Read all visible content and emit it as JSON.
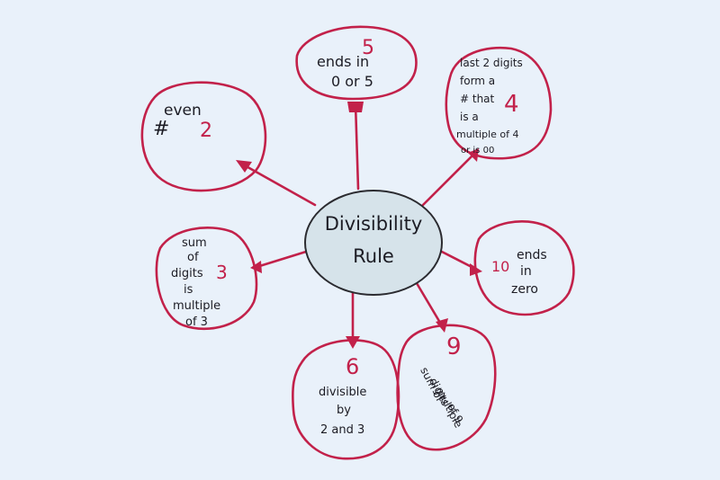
{
  "colors": {
    "background": "#e9f1fa",
    "ink_red": "#c2214a",
    "ink_dark": "#1c1c24",
    "center_fill": "#d6e3ea"
  },
  "center": {
    "line1": "Divisibility",
    "line2": "Rule"
  },
  "nodes": [
    {
      "id": "two",
      "number": "2",
      "lines": [
        "even",
        "#"
      ]
    },
    {
      "id": "five",
      "number": "5",
      "lines": [
        "ends in",
        "0 or 5"
      ]
    },
    {
      "id": "four",
      "number": "4",
      "lines": [
        "last 2 digits",
        "form a",
        "# that",
        "is a",
        "multiple of 4",
        "or is 00"
      ]
    },
    {
      "id": "three",
      "number": "3",
      "lines": [
        "sum",
        "of",
        "digits",
        "is",
        "multiple",
        "of 3"
      ]
    },
    {
      "id": "ten",
      "number": "10",
      "lines": [
        "ends",
        "in",
        "zero"
      ]
    },
    {
      "id": "six",
      "number": "6",
      "lines": [
        "divisible",
        "by",
        "2 and 3"
      ]
    },
    {
      "id": "nine",
      "number": "9",
      "lines": [
        "sum of",
        "digits",
        "multiple",
        "of 9"
      ]
    }
  ]
}
